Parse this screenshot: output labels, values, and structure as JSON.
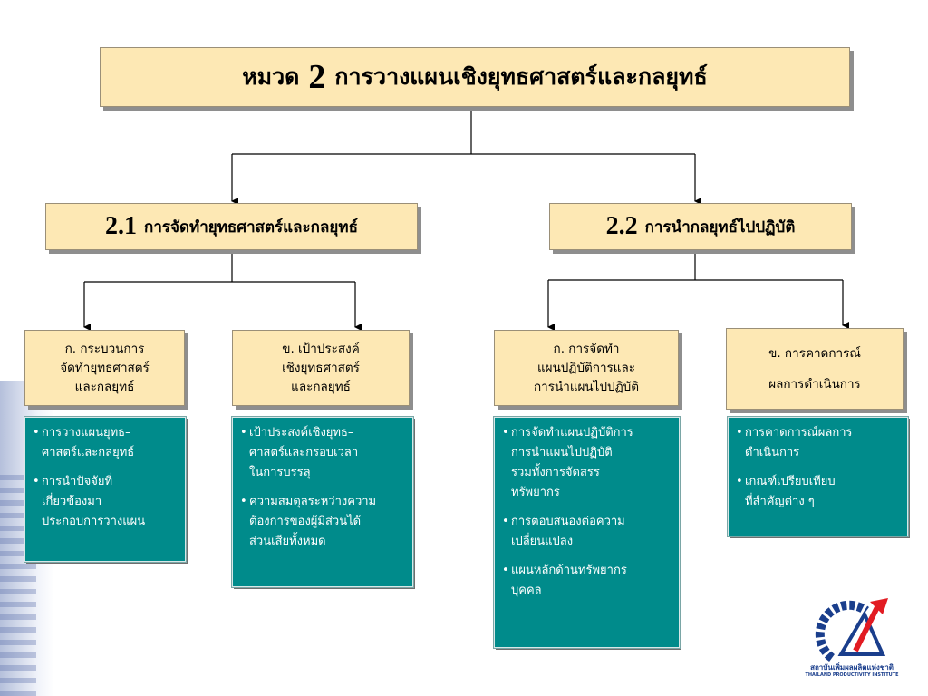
{
  "title": {
    "prefix": "หมวด",
    "number": "2",
    "text": "การวางแผนเชิงยุทธศาสตร์และกลยุทธ์"
  },
  "level2": [
    {
      "number": "2.1",
      "text": "การจัดทำยุทธศาสตร์และกลยุทธ์"
    },
    {
      "number": "2.2",
      "text": "การนำกลยุทธ์ไปปฏิบัติ"
    }
  ],
  "level3": [
    {
      "lines": [
        "ก. กระบวนการ",
        "จัดทำยุทธศาสตร์",
        "และกลยุทธ์"
      ]
    },
    {
      "lines": [
        "ข. เป้าประสงค์",
        "เชิงยุทธศาสตร์",
        "และกลยุทธ์"
      ]
    },
    {
      "lines": [
        "ก. การจัดทำ",
        "แผนปฏิบัติการและ",
        "การนำแผนไปปฏิบัติ"
      ]
    },
    {
      "lines": [
        "ข. การคาดการณ์",
        "ผลการดำเนินการ"
      ]
    }
  ],
  "details": [
    {
      "items": [
        {
          "lines": [
            "การวางแผนยุทธ–",
            "ศาสตร์และกลยุทธ์"
          ]
        },
        {
          "lines": [
            "การนำปัจจัยที่",
            "เกี่ยวข้องมา",
            "ประกอบการวางแผน"
          ]
        }
      ]
    },
    {
      "items": [
        {
          "lines": [
            "เป้าประสงค์เชิงยุทธ–",
            "ศาสตร์และกรอบเวลา",
            "ในการบรรลุ"
          ]
        },
        {
          "lines": [
            "ความสมดุลระหว่างความ",
            "ต้องการของผู้มีส่วนได้",
            "ส่วนเสียทั้งหมด"
          ]
        }
      ]
    },
    {
      "items": [
        {
          "lines": [
            "การจัดทำแผนปฏิบัติการ",
            "การนำแผนไปปฏิบัติ",
            "รวมทั้งการจัดสรร",
            "ทรัพยากร"
          ]
        },
        {
          "lines": [
            "การตอบสนองต่อความ",
            "เปลี่ยนแปลง"
          ]
        },
        {
          "lines": [
            "แผนหลักด้านทรัพยากร",
            "บุคคล"
          ]
        }
      ]
    },
    {
      "items": [
        {
          "lines": [
            "การคาดการณ์ผลการ",
            "ดำเนินการ"
          ]
        },
        {
          "lines": [
            "เกณฑ์เปรียบเทียบ",
            "ที่สำคัญต่าง ๆ"
          ]
        }
      ]
    }
  ],
  "logo": {
    "name_th": "สถาบันเพิ่มผลผลิตแห่งชาติ",
    "name_en": "THAILAND PRODUCTIVITY INSTITUTE",
    "colors": {
      "blue": "#1a3e8c",
      "red": "#e21b22",
      "teal": "#008b8b",
      "box": "#fde8b4"
    }
  }
}
